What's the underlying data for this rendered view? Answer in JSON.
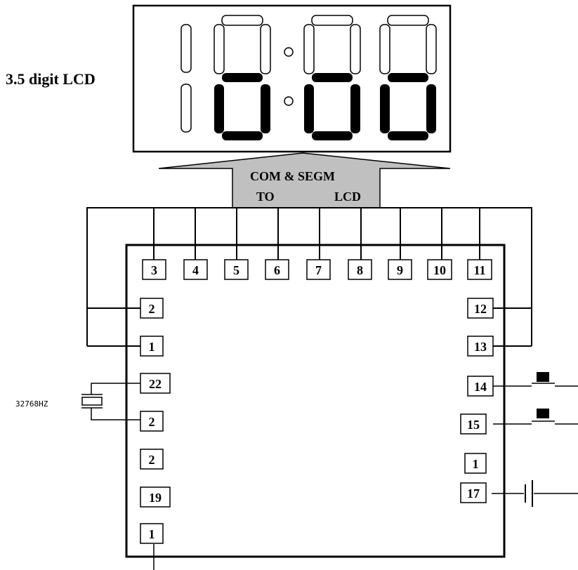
{
  "lcd_label": "3.5 digit LCD",
  "arrow_label_line1": "COM & SEGM",
  "arrow_label_line2_left": "TO",
  "arrow_label_line2_right": "LCD",
  "crystal_label": "32768HZ",
  "pins_top": [
    "3",
    "4",
    "5",
    "6",
    "7",
    "8",
    "9",
    "10",
    "11"
  ],
  "pins_left": [
    "2",
    "1",
    "22",
    "2",
    "2",
    "19",
    "1"
  ],
  "pins_right": [
    "12",
    "13",
    "14",
    "15",
    "1",
    "17"
  ],
  "colors": {
    "stroke": "#000000",
    "arrow_fill": "#c0c0c0",
    "background": "#ffffff"
  }
}
